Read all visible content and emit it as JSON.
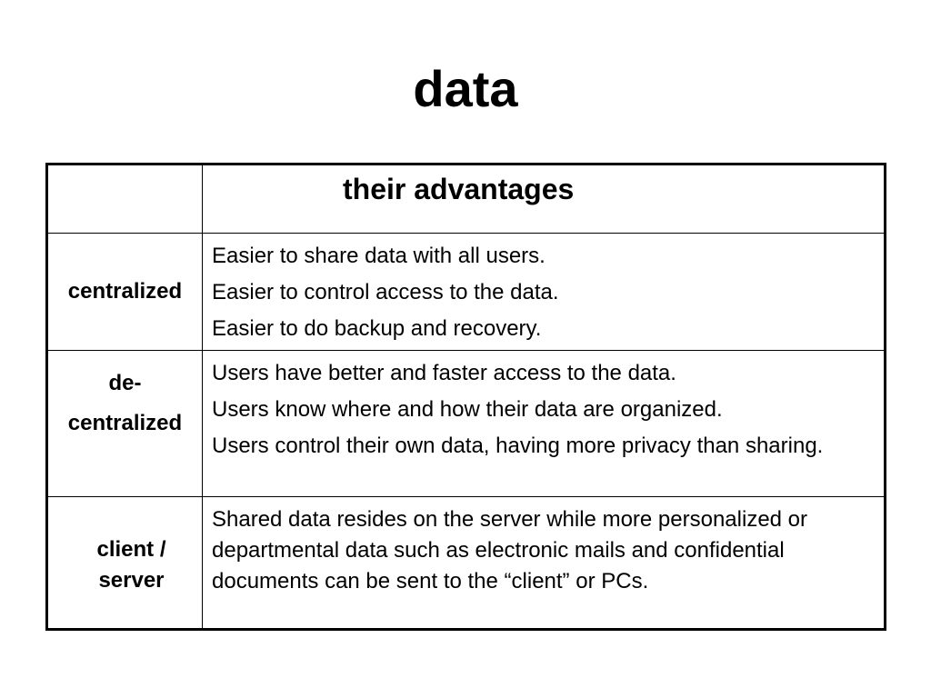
{
  "title": "data",
  "table": {
    "header": {
      "first_col": "",
      "second_col": "their advantages"
    },
    "rows": [
      {
        "type": "centralized",
        "advantages": [
          "Easier to share data with all users.",
          "Easier to control access to the data.",
          "Easier to do backup and recovery."
        ]
      },
      {
        "type_line1": "de-",
        "type_line2": "centralized",
        "advantages": [
          "Users have better and faster access to the data.",
          "Users know where and how their data are organized.",
          "Users control their own data, having more privacy than sharing."
        ]
      },
      {
        "type_line1": "client /",
        "type_line2": "server",
        "advantages": [
          "Shared data resides on the server while more personalized or departmental data such as electronic mails and confidential documents can be sent to the “client” or PCs."
        ]
      }
    ]
  }
}
